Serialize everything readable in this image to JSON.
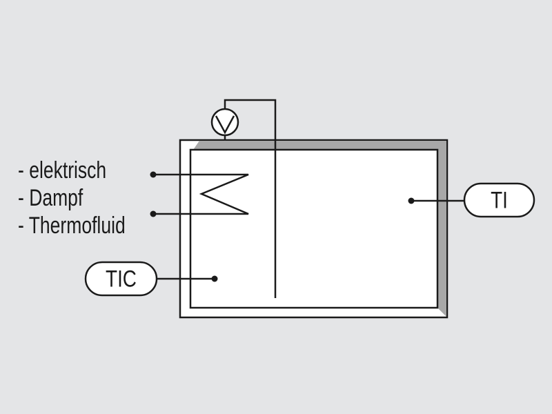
{
  "heating_options": [
    "- elektrisch",
    "- Dampf",
    "- Thermofluid"
  ],
  "controller_tag": "TIC",
  "indicator_tag": "TI",
  "colors": {
    "background": "#e4e5e7",
    "line": "#1a1a1a",
    "vessel_fill": "#ffffff",
    "vessel_shadow": "#a8a8a8"
  },
  "icons": {
    "stirrer_motor": "motor-symbol-icon",
    "heating_coil": "heating-coil-icon"
  }
}
